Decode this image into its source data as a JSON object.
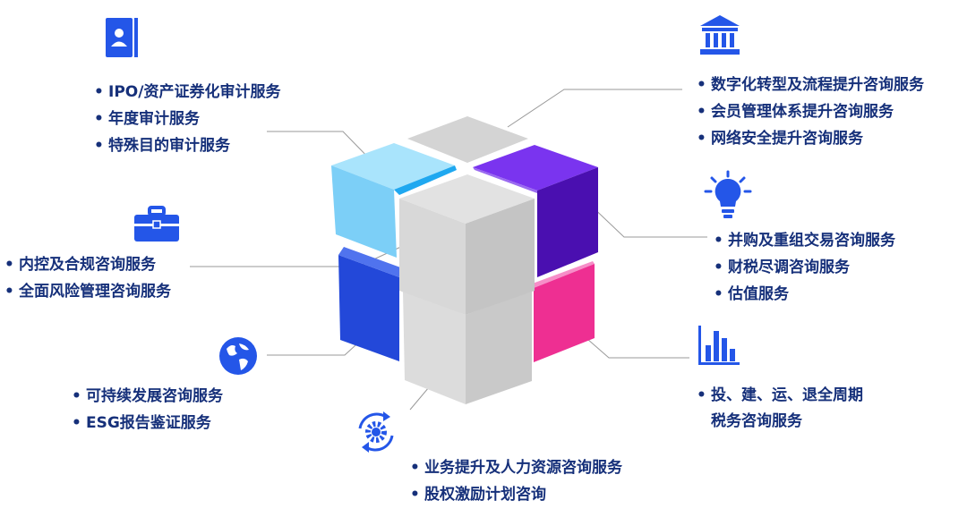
{
  "colors": {
    "text": "#16307a",
    "icon": "#2456e8",
    "connector": "#9a9a9a",
    "cube_gray": "#d0d0d0",
    "cube_light_blue": "#7fd6fa",
    "cube_purple": "#5f1cc4",
    "cube_blue": "#2448e0",
    "cube_pink": "#ef2f97"
  },
  "icons": {
    "audit": "contact-card-icon",
    "internal_control": "briefcase-icon",
    "esg": "globe-icon",
    "hr": "gear-cycle-icon",
    "digital": "bank-icon",
    "ma": "lightbulb-icon",
    "tax": "bar-chart-icon"
  },
  "services": {
    "audit": [
      "IPO/资产证券化审计服务",
      "年度审计服务",
      "特殊目的审计服务"
    ],
    "internal_control": [
      "内控及合规咨询服务",
      "全面风险管理咨询服务"
    ],
    "esg": [
      "可持续发展咨询服务",
      "ESG报告鉴证服务"
    ],
    "hr": [
      "业务提升及人力资源咨询服务",
      "股权激励计划咨询"
    ],
    "digital": [
      "数字化转型及流程提升咨询服务",
      "会员管理体系提升咨询服务",
      "网络安全提升咨询服务"
    ],
    "ma": [
      "并购及重组交易咨询服务",
      "财税尽调咨询服务",
      "估值服务"
    ],
    "tax": {
      "line1": "投、建、运、退全周期",
      "line2": "税务咨询服务"
    }
  }
}
